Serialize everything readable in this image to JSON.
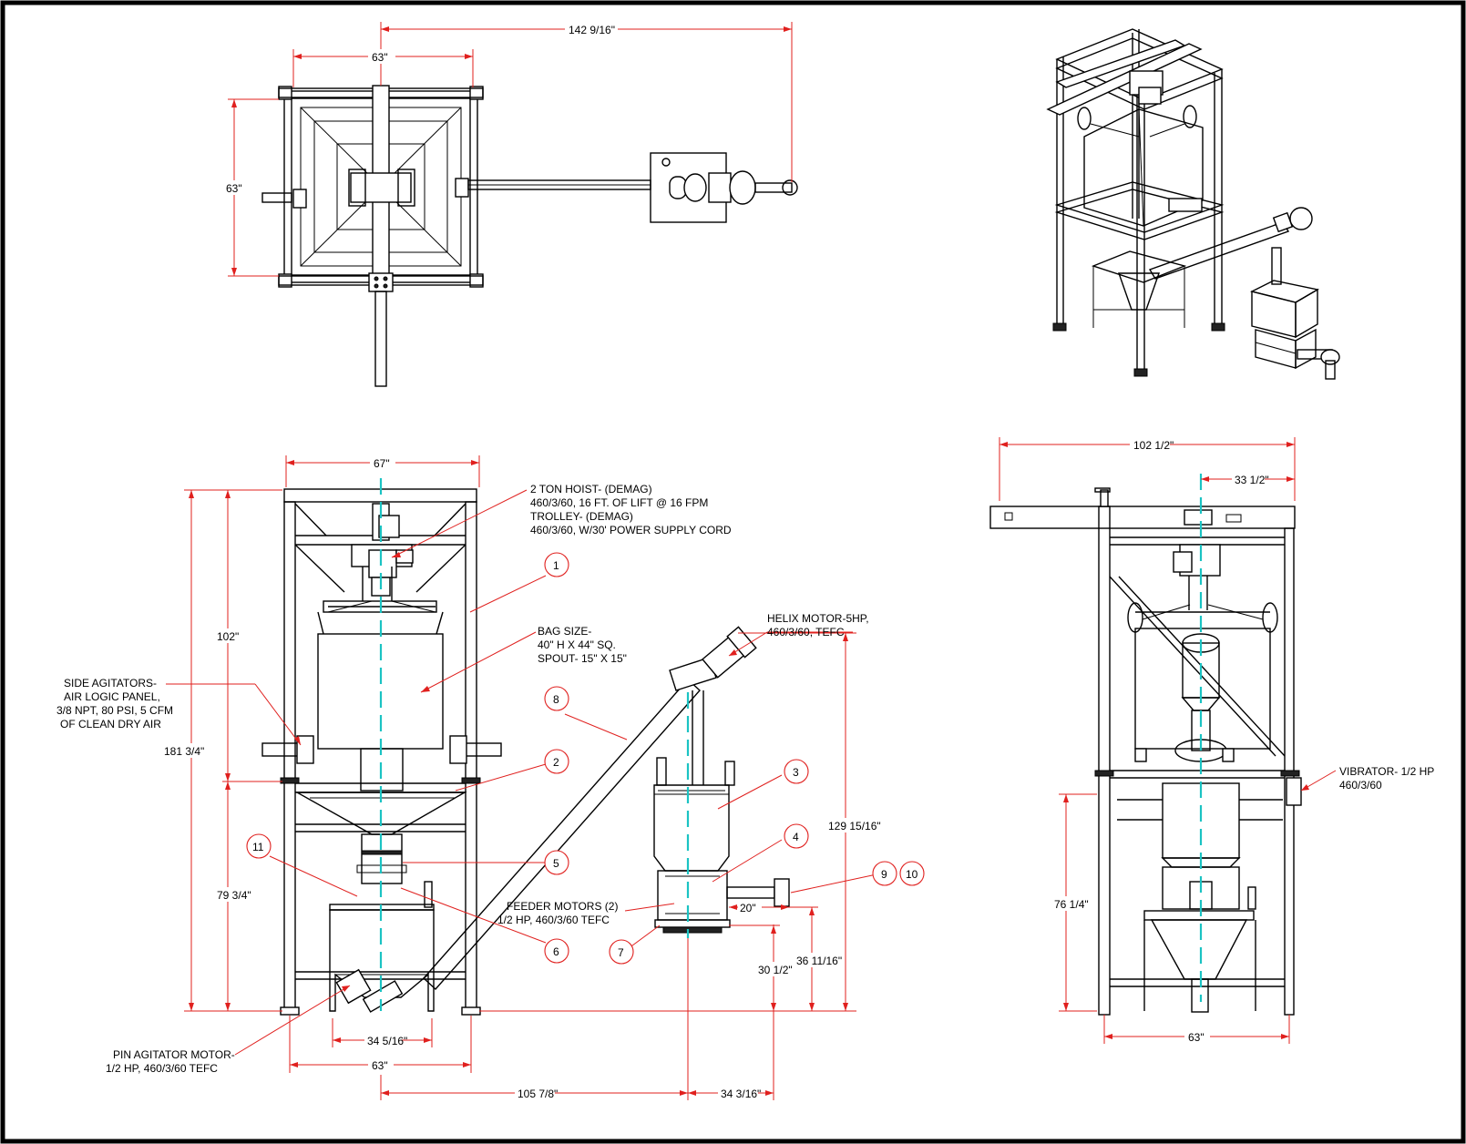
{
  "dimensions": {
    "top_overall_width": "142 9/16\"",
    "top_frame_width": "63\"",
    "top_frame_depth": "63\"",
    "front_frame_width": "67\"",
    "front_frame_height_upper": "102\"",
    "front_overall_height": "181 3/4\"",
    "front_lower_height": "79 3/4\"",
    "front_hopper_width": "34 5/16\"",
    "front_base_width": "63\"",
    "conveyor_horizontal": "105 7/8\"",
    "conveyor_offset": "34 3/16\"",
    "conveyor_height": "129 15/16\"",
    "discharge_height_a": "30 1/2\"",
    "discharge_height_b": "36 11/16\"",
    "feeder_outlet_length": "20\"",
    "side_overall_width": "102 1/2\"",
    "side_offset": "33 1/2\"",
    "side_lower_height": "76 1/4\"",
    "side_base_width": "63\""
  },
  "callouts": {
    "hoist": [
      "2 TON HOIST- (DEMAG)",
      "460/3/60, 16 FT. OF LIFT @ 16 FPM",
      "TROLLEY- (DEMAG)",
      "460/3/60, W/30' POWER SUPPLY CORD"
    ],
    "bag_size": [
      "BAG SIZE-",
      "40\" H X 44\" SQ.",
      "SPOUT- 15\" X 15\""
    ],
    "helix_motor": [
      "HELIX MOTOR-5HP,",
      "460/3/60, TEFC"
    ],
    "side_agitators": [
      "SIDE AGITATORS-",
      "AIR LOGIC PANEL,",
      "3/8 NPT, 80 PSI, 5 CFM",
      "OF CLEAN DRY AIR"
    ],
    "feeder_motors": [
      "FEEDER MOTORS (2)",
      "1/2 HP, 460/3/60 TEFC"
    ],
    "pin_agitator": [
      "PIN AGITATOR MOTOR-",
      "1/2 HP, 460/3/60 TEFC"
    ],
    "vibrator": [
      "VIBRATOR- 1/2 HP",
      "460/3/60"
    ]
  },
  "balloons": [
    "1",
    "2",
    "3",
    "4",
    "5",
    "6",
    "7",
    "8",
    "9",
    "10",
    "11"
  ],
  "colors": {
    "dimension_lines": "#e0201e",
    "centerline": "#1bc3c3",
    "linework": "#000000"
  }
}
